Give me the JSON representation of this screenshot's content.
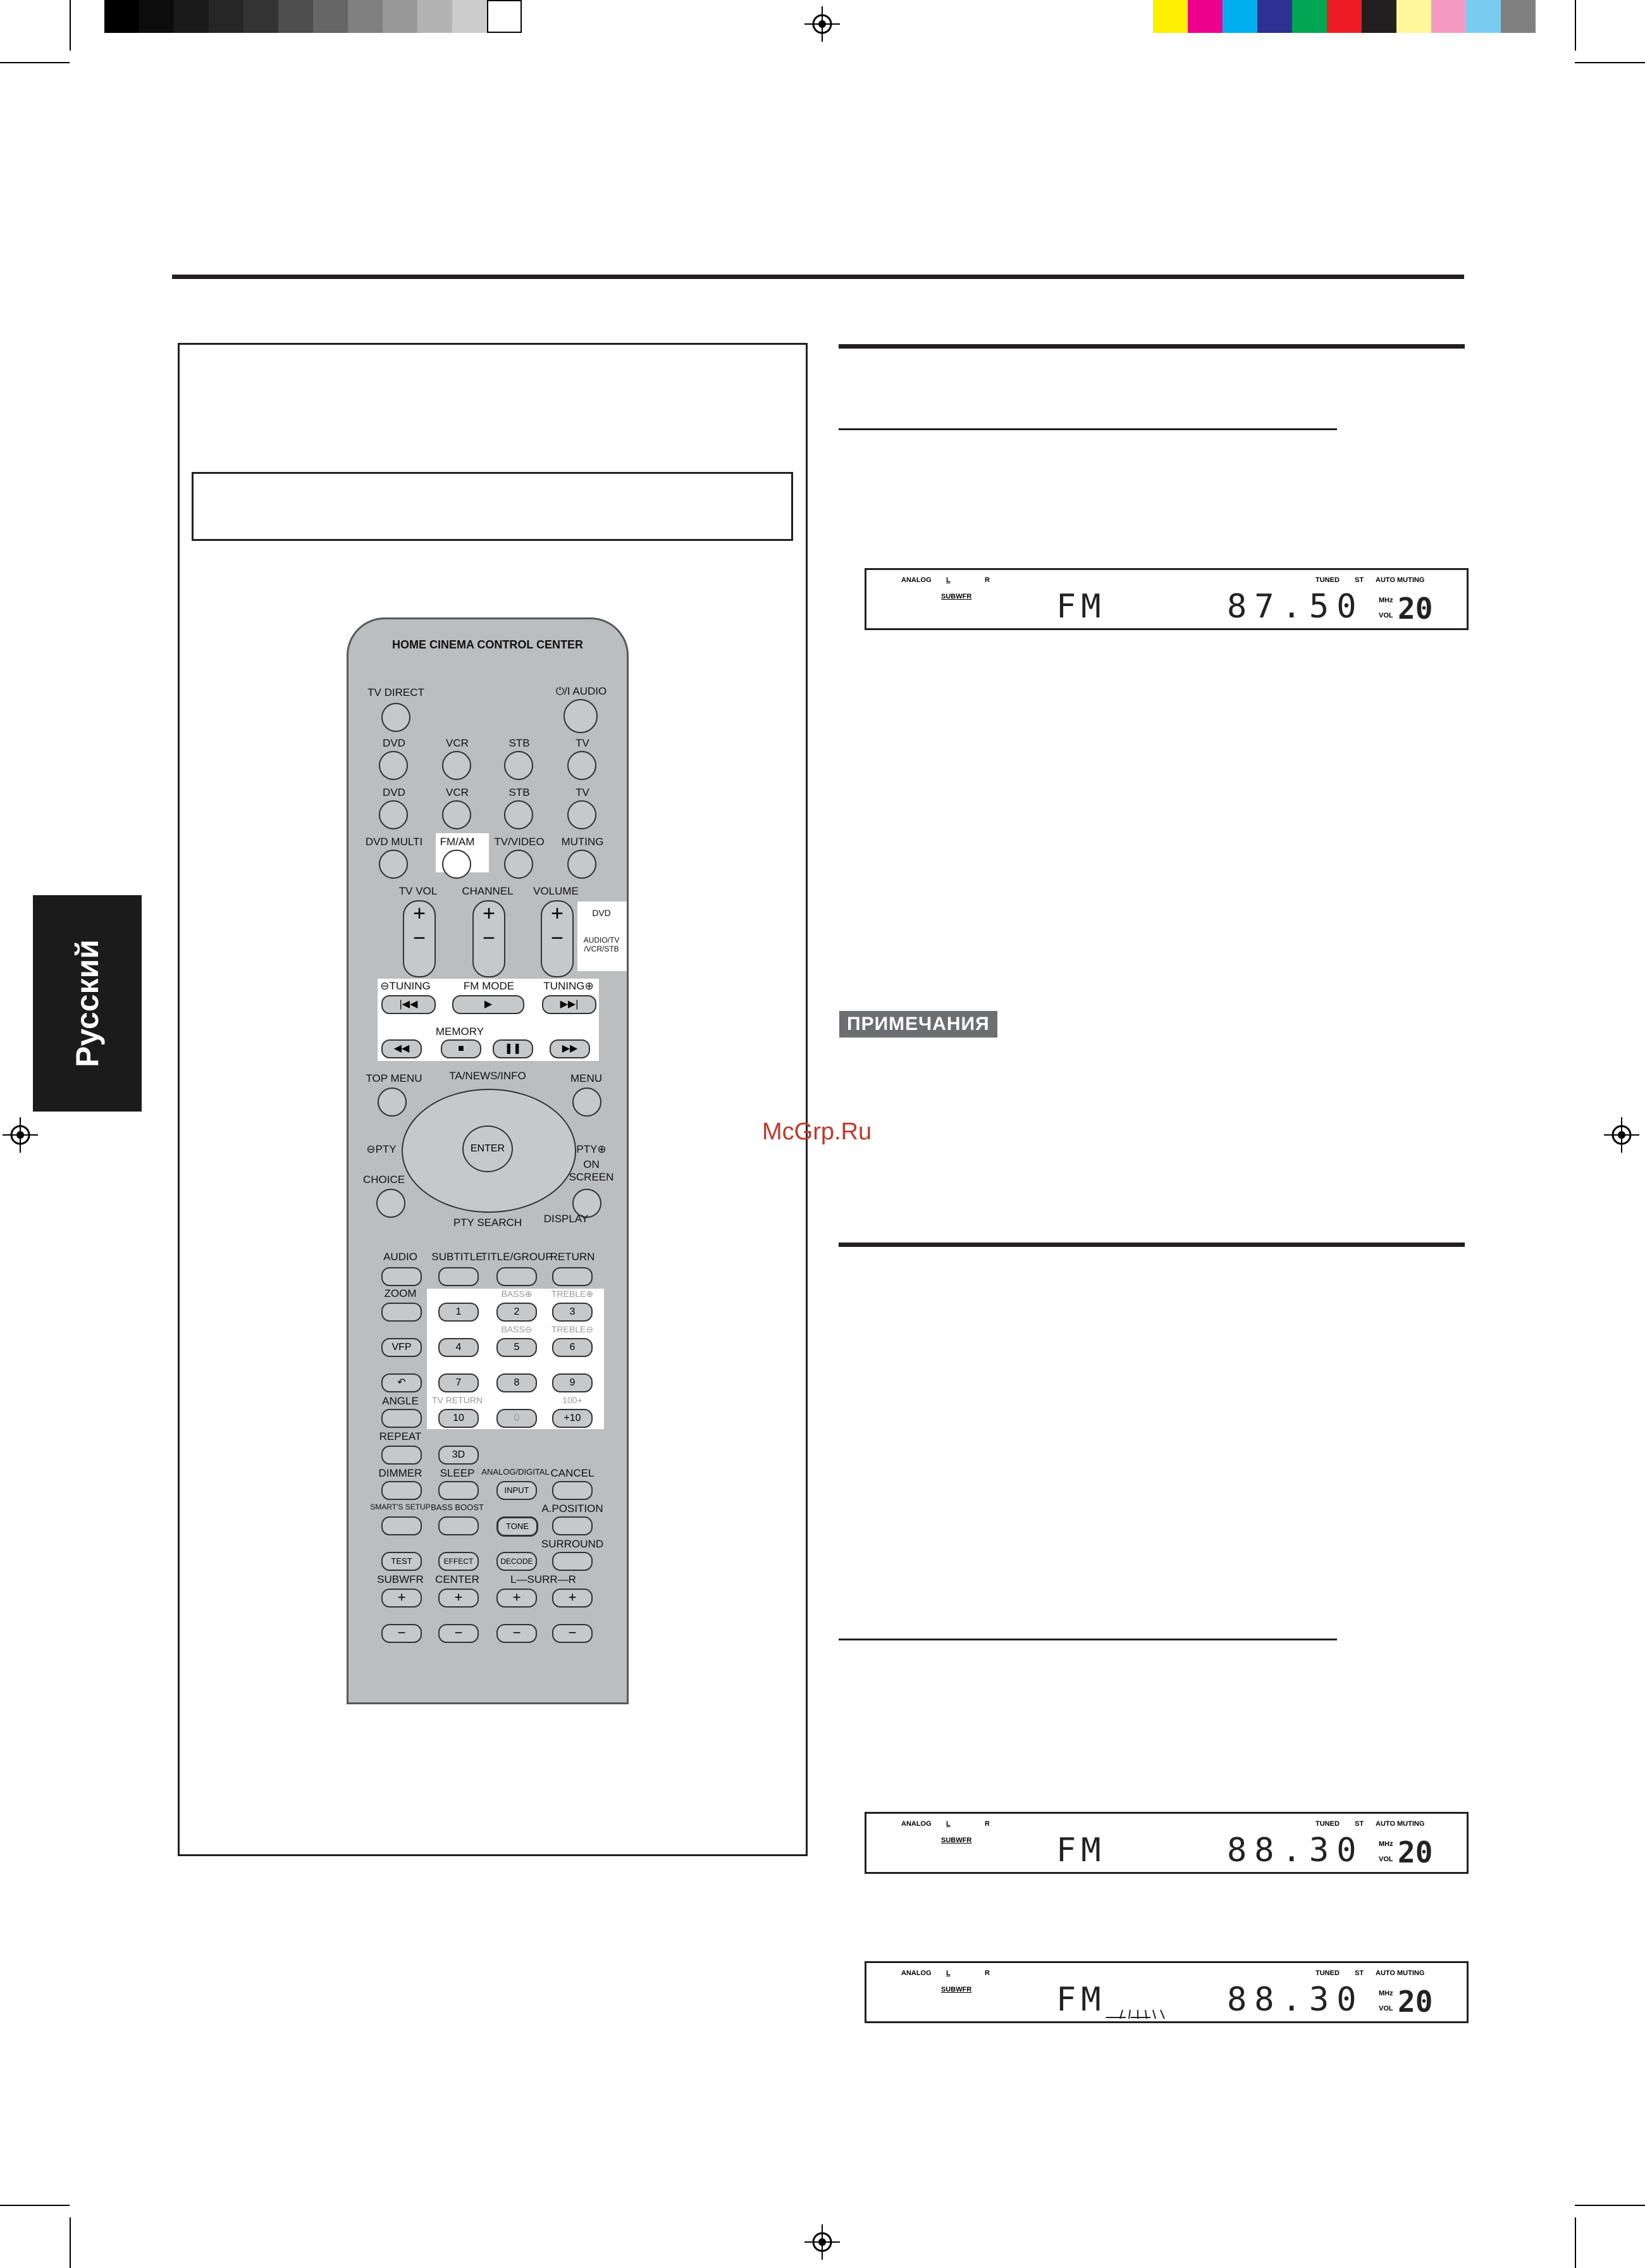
{
  "language_tab": "Русский",
  "notes_label": "ПРИМЕЧАНИЯ",
  "watermark": "McGrp.Ru",
  "remote": {
    "title": "HOME CINEMA CONTROL CENTER",
    "labels": {
      "tv_direct": "TV DIRECT",
      "power_audio": "⏻/I AUDIO",
      "dvd": "DVD",
      "vcr": "VCR",
      "stb": "STB",
      "tv": "TV",
      "dvd_multi": "DVD MULTI",
      "fm_am": "FM/AM",
      "tv_video": "TV/VIDEO",
      "muting": "MUTING",
      "tv_vol": "TV VOL",
      "channel": "CHANNEL",
      "volume": "VOLUME",
      "switch_dvd": "DVD",
      "switch_audio": "AUDIO/TV\n/VCR/STB",
      "tuning_minus": "⊖TUNING",
      "fm_mode": "FM MODE",
      "tuning_plus": "TUNING⊕",
      "memory": "MEMORY",
      "top_menu": "TOP MENU",
      "ta_news_info": "TA/NEWS/INFO",
      "menu": "MENU",
      "pty_minus": "⊖PTY",
      "enter": "ENTER",
      "pty_plus": "PTY⊕",
      "on_screen": "ON\nSCREEN",
      "choice": "CHOICE",
      "pty_search": "PTY SEARCH",
      "display": "DISPLAY",
      "audio": "AUDIO",
      "subtitle": "SUBTITLE",
      "title_group": "TITLE/GROUP",
      "return": "RETURN",
      "zoom": "ZOOM",
      "bass_plus": "BASS⊕",
      "treble_plus": "TREBLE⊕",
      "bass_minus": "BASS⊖",
      "treble_minus": "TREBLE⊖",
      "vfp": "VFP",
      "angle": "ANGLE",
      "tv_return": "TV RETURN",
      "hundred": "100+",
      "repeat": "REPEAT",
      "three_d": "3D",
      "dimmer": "DIMMER",
      "sleep": "SLEEP",
      "analog_digital": "ANALOG/DIGITAL",
      "input": "INPUT",
      "cancel": "CANCEL",
      "smart_setup": "SMART'S SETUP",
      "bass_boost": "BASS BOOST",
      "tone": "TONE",
      "a_position": "A.POSITION",
      "surround": "SURROUND",
      "test": "TEST",
      "effect": "EFFECT",
      "decode": "DECODE",
      "subwfr": "SUBWFR",
      "center": "CENTER",
      "l_surr_r": "L—SURR—R"
    },
    "numbers": [
      "1",
      "2",
      "3",
      "4",
      "5",
      "6",
      "7",
      "8",
      "9",
      "10",
      "0",
      "+10"
    ]
  },
  "displays": [
    {
      "analog": "ANALOG",
      "l": "L",
      "r": "R",
      "subwfr": "SUBWFR",
      "tuned": "TUNED",
      "st": "ST",
      "auto_muting": "AUTO MUTING",
      "mode": "FM",
      "freq": "87.50",
      "mhz": "MHz",
      "vol_label": "VOL",
      "vol": "20"
    },
    {
      "analog": "ANALOG",
      "l": "L",
      "r": "R",
      "subwfr": "SUBWFR",
      "tuned": "TUNED",
      "st": "ST",
      "auto_muting": "AUTO MUTING",
      "mode": "FM",
      "freq": "88.30",
      "mhz": "MHz",
      "vol_label": "VOL",
      "vol": "20"
    },
    {
      "analog": "ANALOG",
      "l": "L",
      "r": "R",
      "subwfr": "SUBWFR",
      "tuned": "TUNED",
      "st": "ST",
      "auto_muting": "AUTO MUTING",
      "mode": "FM__",
      "freq": "88.30",
      "mhz": "MHz",
      "vol_label": "VOL",
      "vol": "20"
    }
  ],
  "colors": {
    "notes_bg": "#6d6e71",
    "tab_bg": "#1b1b1b",
    "remote_body": "#bcbdbf",
    "watermark": "#c0392b"
  }
}
